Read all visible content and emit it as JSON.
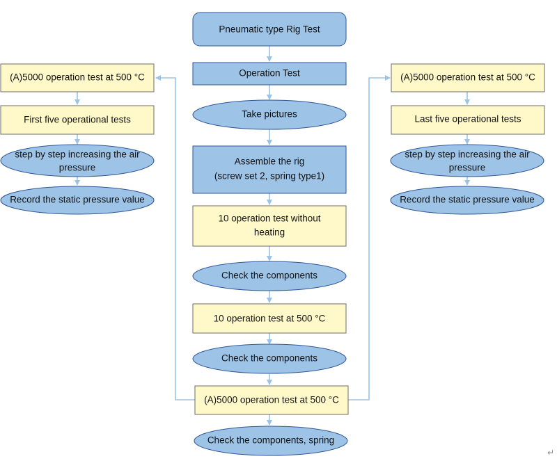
{
  "colors": {
    "blue_fill": "#9dc3e6",
    "blue_stroke": "#2f5597",
    "yellow_fill": "#fff9c9",
    "yellow_stroke": "#6b6b6b",
    "ellipse_fill": "#9dc3e6",
    "connector": "#9dc3e6"
  },
  "center": {
    "title": "Pneumatic type Rig Test",
    "operation_test": "Operation Test",
    "take_pictures": "Take pictures",
    "assemble_line1": "Assemble the rig",
    "assemble_line2": "(screw set 2, spring type1)",
    "ten_no_heat_line1": "10 operation test without",
    "ten_no_heat_line2": "heating",
    "check1": "Check the components",
    "ten_500": "10 operation test at 500 °C",
    "check2": "Check the components",
    "a5000": "(A)5000 operation test at 500 °C",
    "check_spring": "Check the components, spring"
  },
  "left": {
    "a5000": "(A)5000 operation test at 500 °C",
    "first_five": "First five operational tests",
    "step_line1": "step by step increasing the air",
    "step_line2": "pressure",
    "record": "Record the static pressure value"
  },
  "right": {
    "a5000": "(A)5000 operation test at 500 °C",
    "last_five": "Last five operational tests",
    "step_line1": "step by step increasing the air",
    "step_line2": "pressure",
    "record": "Record the static pressure value"
  },
  "return_mark": "↵"
}
